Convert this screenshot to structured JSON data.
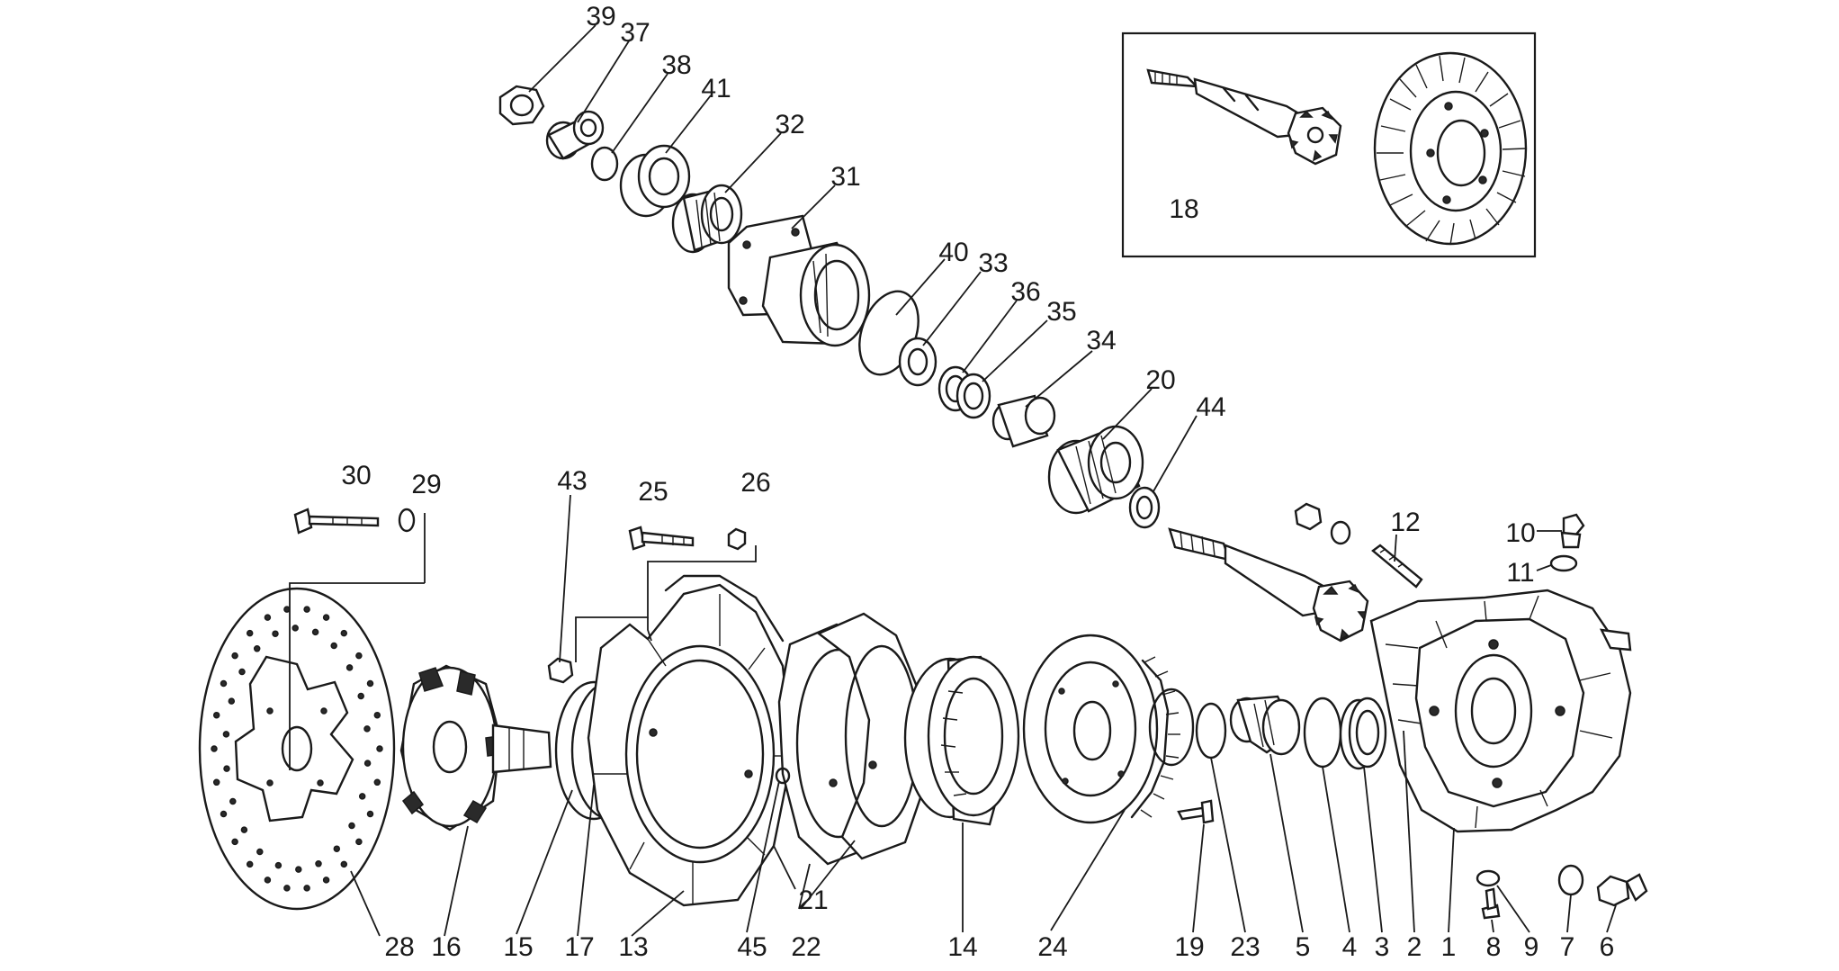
{
  "callouts": [
    {
      "id": "1",
      "text": "1"
    },
    {
      "id": "2",
      "text": "2"
    },
    {
      "id": "3",
      "text": "3"
    },
    {
      "id": "4",
      "text": "4"
    },
    {
      "id": "5",
      "text": "5"
    },
    {
      "id": "6",
      "text": "6"
    },
    {
      "id": "7",
      "text": "7"
    },
    {
      "id": "8",
      "text": "8"
    },
    {
      "id": "9",
      "text": "9"
    },
    {
      "id": "10",
      "text": "10"
    },
    {
      "id": "11",
      "text": "11"
    },
    {
      "id": "12",
      "text": "12"
    },
    {
      "id": "13",
      "text": "13"
    },
    {
      "id": "14",
      "text": "14"
    },
    {
      "id": "15",
      "text": "15"
    },
    {
      "id": "16",
      "text": "16"
    },
    {
      "id": "17",
      "text": "17"
    },
    {
      "id": "18",
      "text": "18"
    },
    {
      "id": "19",
      "text": "19"
    },
    {
      "id": "20",
      "text": "20"
    },
    {
      "id": "21",
      "text": "21"
    },
    {
      "id": "22",
      "text": "22"
    },
    {
      "id": "23",
      "text": "23"
    },
    {
      "id": "24",
      "text": "24"
    },
    {
      "id": "25",
      "text": "25"
    },
    {
      "id": "26",
      "text": "26"
    },
    {
      "id": "28",
      "text": "28"
    },
    {
      "id": "29",
      "text": "29"
    },
    {
      "id": "30",
      "text": "30"
    },
    {
      "id": "31",
      "text": "31"
    },
    {
      "id": "32",
      "text": "32"
    },
    {
      "id": "33",
      "text": "33"
    },
    {
      "id": "34",
      "text": "34"
    },
    {
      "id": "35",
      "text": "35"
    },
    {
      "id": "36",
      "text": "36"
    },
    {
      "id": "37",
      "text": "37"
    },
    {
      "id": "38",
      "text": "38"
    },
    {
      "id": "39",
      "text": "39"
    },
    {
      "id": "40",
      "text": "40"
    },
    {
      "id": "41",
      "text": "41"
    },
    {
      "id": "43",
      "text": "43"
    },
    {
      "id": "44",
      "text": "44"
    },
    {
      "id": "45",
      "text": "45"
    }
  ]
}
